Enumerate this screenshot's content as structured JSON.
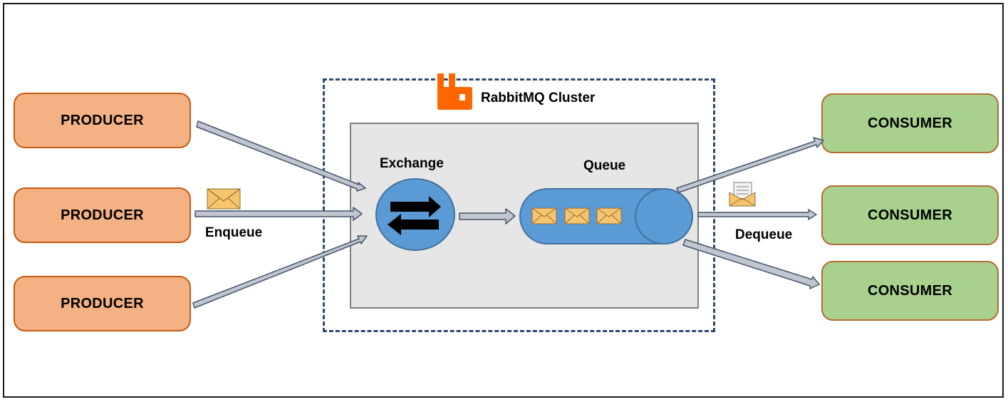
{
  "cluster": {
    "title": "RabbitMQ Cluster",
    "logo": "rabbitmq-logo",
    "border_color": "#2f4a6e"
  },
  "producers": [
    {
      "label": "PRODUCER"
    },
    {
      "label": "PRODUCER"
    },
    {
      "label": "PRODUCER"
    }
  ],
  "consumers": [
    {
      "label": "CONSUMER"
    },
    {
      "label": "CONSUMER"
    },
    {
      "label": "CONSUMER"
    }
  ],
  "exchange": {
    "label": "Exchange",
    "icon": "swap-arrows-icon",
    "color": "#5b9bd5"
  },
  "queue": {
    "label": "Queue",
    "message_count": 3,
    "color": "#5b9bd5"
  },
  "enqueue": {
    "label": "Enqueue",
    "icon": "envelope-icon"
  },
  "dequeue": {
    "label": "Dequeue",
    "icon": "open-envelope-icon"
  },
  "colors": {
    "producer_fill": "#f4b183",
    "consumer_fill": "#a9d18e",
    "arrow_fill": "#c0c6cf",
    "arrow_stroke": "#44546a",
    "logo": "#ff6600"
  }
}
